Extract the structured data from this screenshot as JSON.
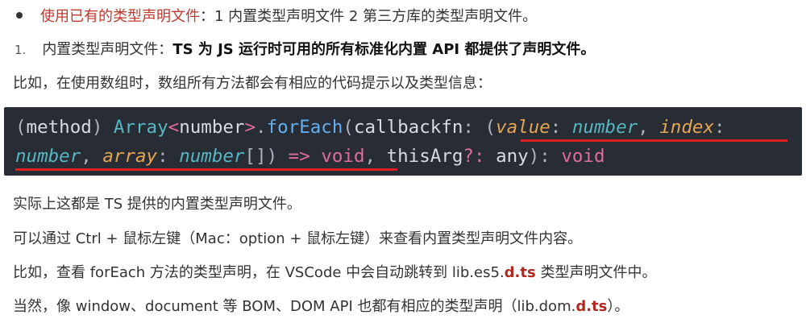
{
  "bullet_line": {
    "link_text": "使用已有的类型声明文件",
    "rest": "：1 内置类型声明文件 2 第三方库的类型声明文件。"
  },
  "numbered_line": {
    "number": "1.",
    "label": "内置类型声明文件：",
    "bold_text": "TS 为 JS 运行时可用的所有标准化内置 API 都提供了声明文件。"
  },
  "example_line": "比如，在使用数组时，数组所有方法都会有相应的代码提示以及类型信息：",
  "code": {
    "line1": {
      "open_paren": "(",
      "method": "method",
      "close_paren": ") ",
      "array": "Array",
      "lt": "<",
      "number": "number",
      "gt": ">",
      "dot": ".",
      "foreach": "forEach",
      "paren": "(",
      "callbackfn": "callbackfn",
      "colon1": ": ",
      "paren2": "(",
      "value": "value",
      "colon2": ": ",
      "number2": "number",
      "comma1": ", ",
      "index": "index",
      "colon3": ":"
    },
    "line2": {
      "number3": "number",
      "comma2": ", ",
      "array_param": "array",
      "colon4": ": ",
      "number4": "number",
      "brackets": "[]",
      "close1": ") ",
      "arrow": "=>",
      "space1": " ",
      "void1": "void",
      "comma3": ", ",
      "thisarg": "thisArg",
      "qcolon": "?: ",
      "any": "any",
      "close2": "): ",
      "void2": "void"
    }
  },
  "p1": "实际上这都是 TS 提供的内置类型声明文件。",
  "p2": "可以通过 Ctrl + 鼠标左键（Mac：option + 鼠标左键）来查看内置类型声明文件内容。",
  "p3": {
    "before": "比如，查看 forEach 方法的类型声明，在 VSCode 中会自动跳转到 lib.es5.",
    "dts": "d.ts",
    "after": " 类型声明文件中。"
  },
  "p4": {
    "before": "当然，像 window、document 等 BOM、DOM API 也都有相应的类型声明（lib.dom.",
    "dts": "d.ts",
    "after": "）。"
  }
}
